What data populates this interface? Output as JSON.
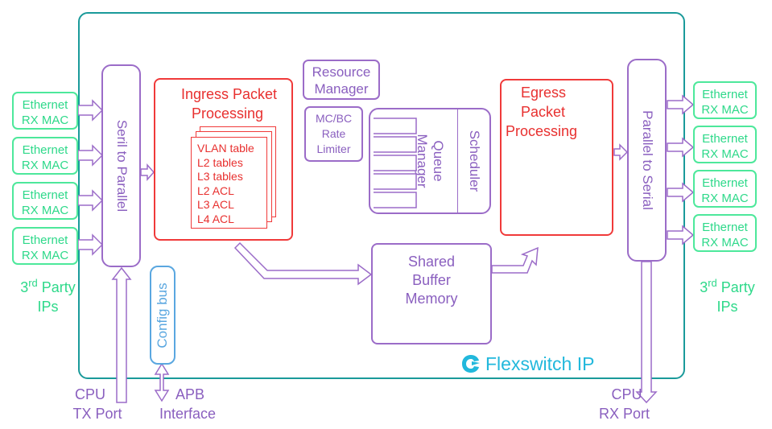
{
  "colors": {
    "frame": "#1a9a9a",
    "purple": "#8a5fbf",
    "red": "#e8302f",
    "green": "#2ed98a",
    "blue": "#5aa7e0"
  },
  "frame": {
    "label": "Flexswitch IP",
    "logo_icon": "flexswitch-logo-icon"
  },
  "left_macs": [
    {
      "line1": "Ethernet",
      "line2": "RX MAC"
    },
    {
      "line1": "Ethernet",
      "line2": "RX MAC"
    },
    {
      "line1": "Ethernet",
      "line2": "RX MAC"
    },
    {
      "line1": "Ethernet",
      "line2": "RX MAC"
    }
  ],
  "right_macs": [
    {
      "line1": "Ethernet",
      "line2": "RX MAC"
    },
    {
      "line1": "Ethernet",
      "line2": "RX MAC"
    },
    {
      "line1": "Ethernet",
      "line2": "RX MAC"
    },
    {
      "line1": "Ethernet",
      "line2": "RX MAC"
    }
  ],
  "third_party_left": {
    "num": "3",
    "sup": "rd",
    "word": "Party",
    "line2": "IPs"
  },
  "third_party_right": {
    "num": "3",
    "sup": "rd",
    "word": "Party",
    "line2": "IPs"
  },
  "serial_to_parallel": "Seril to Parallel",
  "parallel_to_serial": "Parallel to Serial",
  "config_bus": "Config bus",
  "ingress": {
    "title1": "Ingress Packet",
    "title2": "Processing",
    "tables": [
      "VLAN table",
      "L2 tables",
      "L3 tables",
      "L2 ACL",
      "L3 ACL",
      "L4 ACL"
    ]
  },
  "resource_manager": {
    "line1": "Resource",
    "line2": "Manager"
  },
  "rate_limiter": {
    "line1": "MC/BC",
    "line2": "Rate",
    "line3": "Limiter"
  },
  "queue_manager": {
    "line1": "Queue",
    "line2": "Manager"
  },
  "scheduler": "Scheduler",
  "egress": {
    "line1": "Egress",
    "line2": "Packet",
    "line3": "Processing"
  },
  "shared_buffer": {
    "line1": "Shared",
    "line2": "Buffer",
    "line3": "Memory"
  },
  "cpu_tx": {
    "line1": "CPU",
    "line2": "TX Port"
  },
  "apb": {
    "line1": "APB",
    "line2": "Interface"
  },
  "cpu_rx": {
    "line1": "CPU",
    "line2": "RX Port"
  }
}
